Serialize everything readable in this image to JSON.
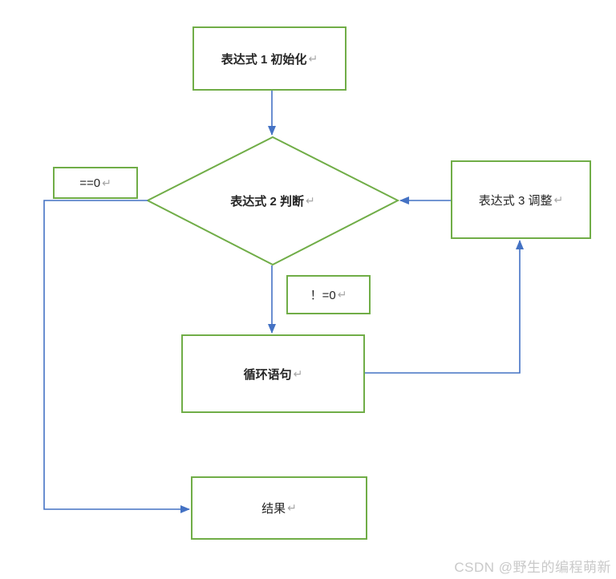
{
  "colors": {
    "shape_border": "#70AD47",
    "connector": "#4472C4",
    "text": "#262626",
    "return_mark": "#a6a6a6",
    "watermark": "#c9c9c9",
    "background": "#ffffff"
  },
  "diagram": {
    "type": "flowchart",
    "nodes": {
      "init": {
        "label": "表达式 1 初始化",
        "shape": "rectangle"
      },
      "condition": {
        "label": "表达式 2 判断",
        "shape": "diamond"
      },
      "adjust": {
        "label": "表达式 3 调整",
        "shape": "rectangle"
      },
      "eq_zero": {
        "label": "==0",
        "shape": "rectangle"
      },
      "neq_zero": {
        "label": "！=0",
        "shape": "rectangle"
      },
      "loop": {
        "label": "循环语句",
        "shape": "rectangle"
      },
      "result": {
        "label": "结果",
        "shape": "rectangle"
      }
    },
    "edges": [
      {
        "from": "init",
        "to": "condition"
      },
      {
        "from": "condition",
        "to": "loop",
        "label": "！=0"
      },
      {
        "from": "loop",
        "to": "adjust"
      },
      {
        "from": "adjust",
        "to": "condition"
      },
      {
        "from": "condition",
        "to": "result",
        "label": "==0"
      }
    ]
  },
  "marks": {
    "return_glyph": "↵"
  },
  "watermark": {
    "text": "CSDN @野生的编程萌新"
  }
}
